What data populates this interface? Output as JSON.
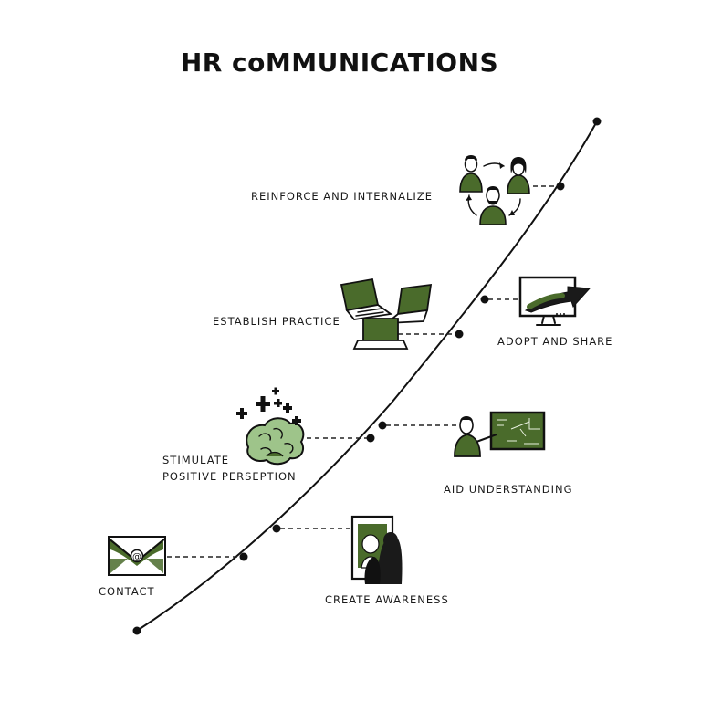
{
  "title": "HR coMMUNICATIONS",
  "colors": {
    "accent_green": "#4a6b2b",
    "light_green": "#9ec48a",
    "ink": "#111111"
  },
  "steps": [
    {
      "label": "CONTACT",
      "icon": "envelope-icon"
    },
    {
      "label": "CREATE AWARENESS",
      "icon": "poster-viewers-icon"
    },
    {
      "label_lines": [
        "STIMULATE",
        "POSITIVE PERSEPTION"
      ],
      "icon": "brain-plus-icon"
    },
    {
      "label": "AID UNDERSTANDING",
      "icon": "teacher-chalkboard-icon"
    },
    {
      "label": "ESTABLISH PRACTICE",
      "icon": "laptops-icon"
    },
    {
      "label": "ADOPT AND SHARE",
      "icon": "monitor-arrow-icon"
    },
    {
      "label": "REINFORCE AND INTERNALIZE",
      "icon": "people-cycle-icon"
    }
  ]
}
